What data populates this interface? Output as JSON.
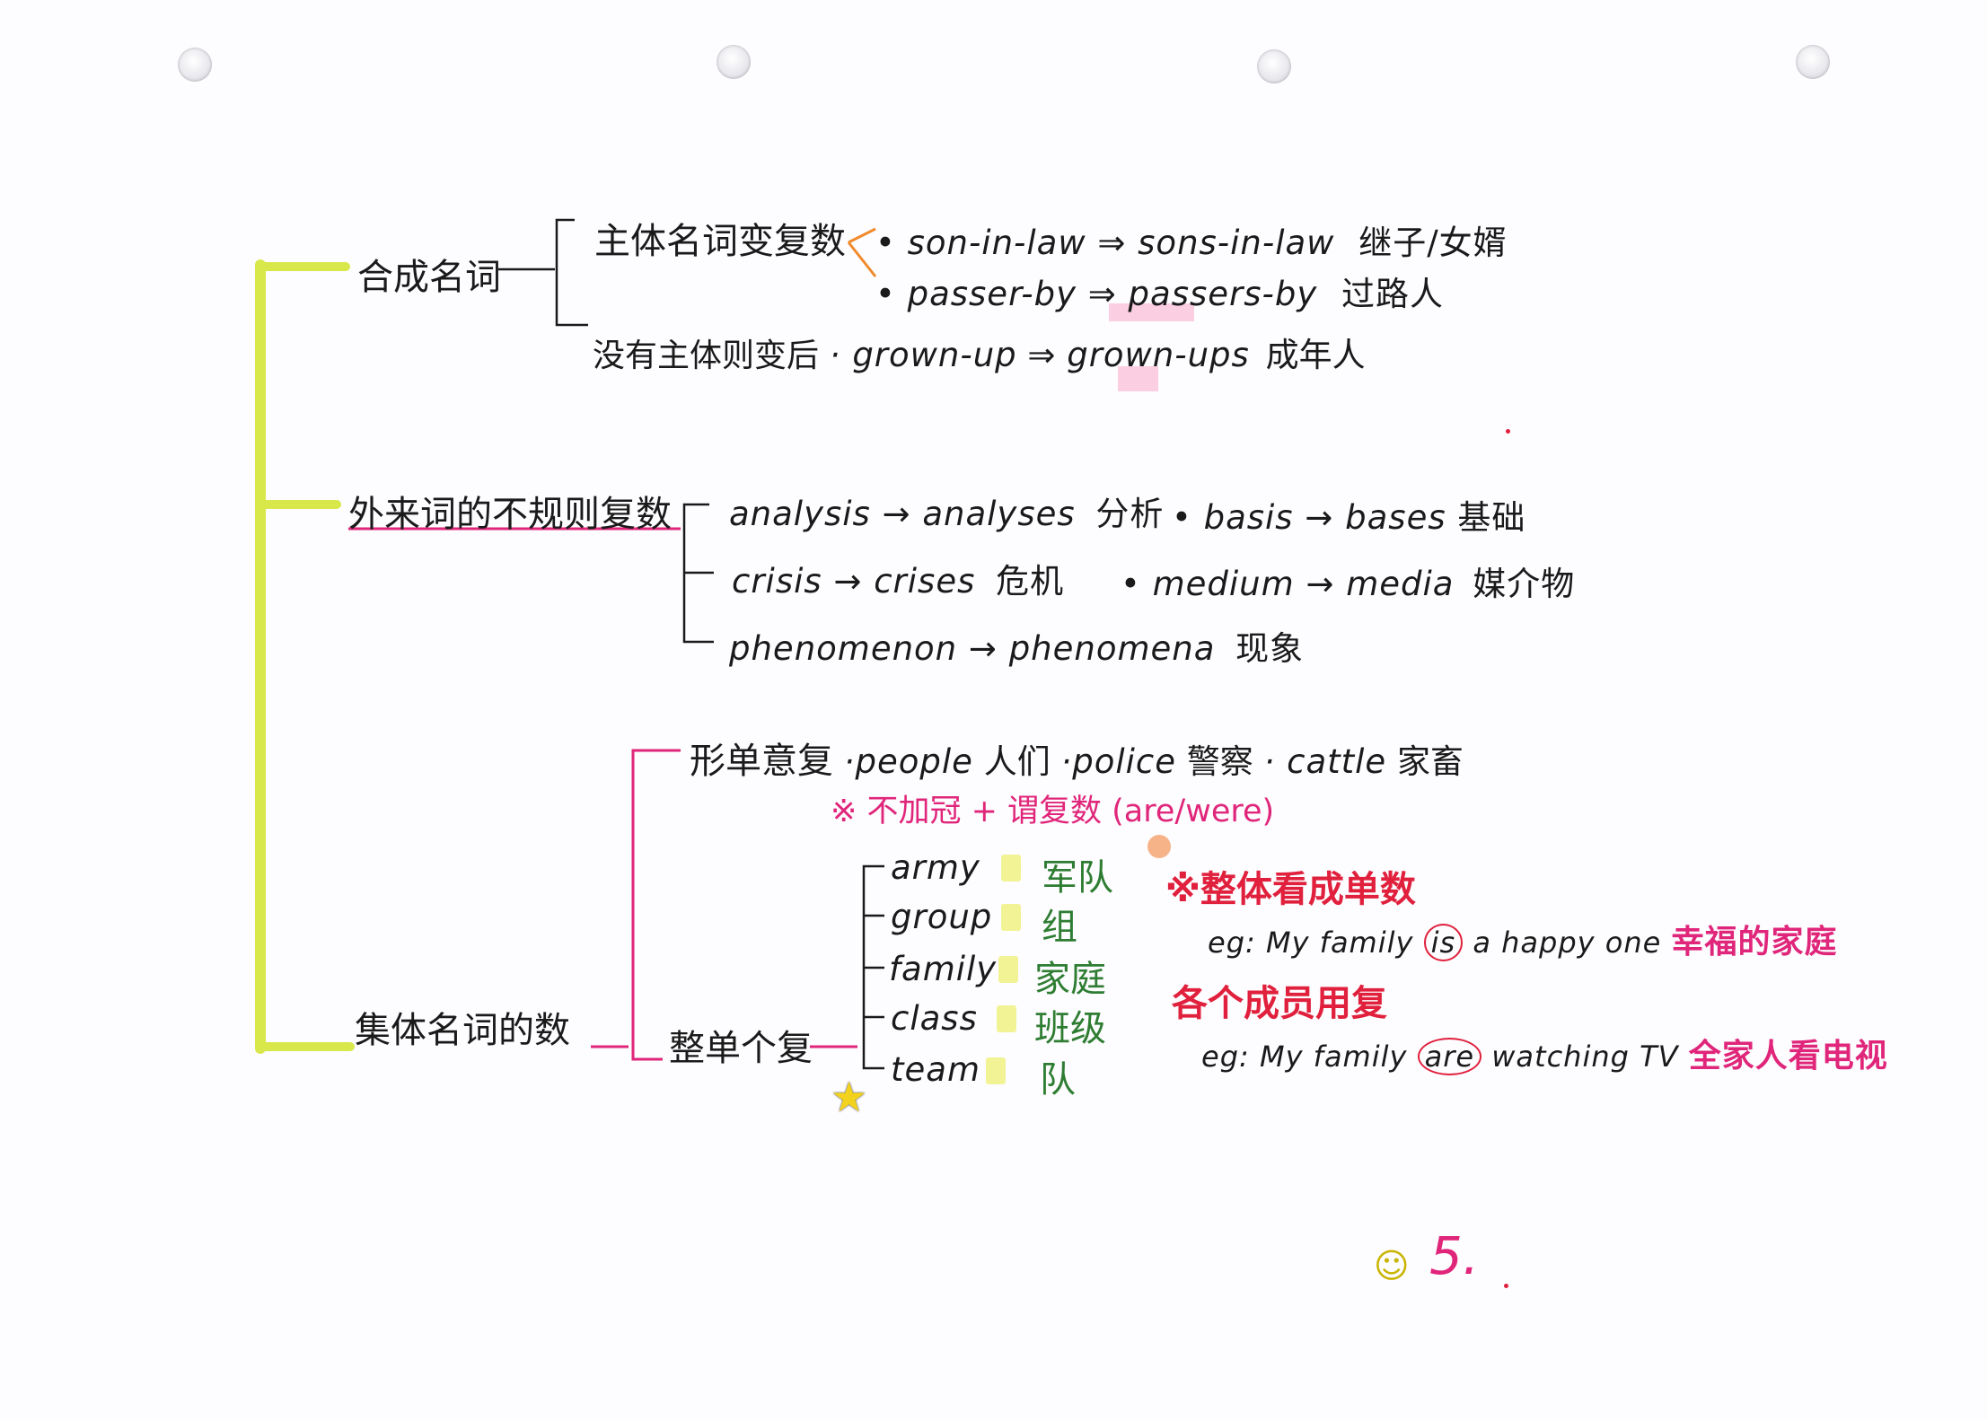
{
  "nodes": {
    "compound": {
      "label": "合成名词",
      "branch_main": {
        "label": "主体名词变复数",
        "items": [
          {
            "from": "son-in-law",
            "arrow": "⇒",
            "to": "sons-in-law",
            "meaning": "继子/女婿"
          },
          {
            "from": "passer-by",
            "arrow": "⇒",
            "to": "passers-by",
            "meaning": "过路人"
          }
        ]
      },
      "branch_none": {
        "label": "没有主体则变后",
        "from": "grown-up",
        "arrow": "⇒",
        "to": "grown-ups",
        "meaning": "成年人"
      }
    },
    "foreign": {
      "label": "外来词的不规则复数",
      "items": [
        {
          "from": "analysis",
          "arrow": "→",
          "to": "analyses",
          "meaning": "分析"
        },
        {
          "from": "basis",
          "arrow": "→",
          "to": "bases",
          "meaning": "基础"
        },
        {
          "from": "crisis",
          "arrow": "→",
          "to": "crises",
          "meaning": "危机"
        },
        {
          "from": "medium",
          "arrow": "→",
          "to": "media",
          "meaning": "媒介物"
        },
        {
          "from": "phenomenon",
          "arrow": "→",
          "to": "phenomena",
          "meaning": "现象"
        }
      ]
    },
    "collective": {
      "label": "集体名词的数",
      "singular_form": {
        "label": "形单意复",
        "items": [
          {
            "word": "people",
            "meaning": "人们"
          },
          {
            "word": "police",
            "meaning": "警察"
          },
          {
            "word": "cattle",
            "meaning": "家畜"
          }
        ],
        "note": "※ 不加冠 + 谓复数 (are/were)"
      },
      "whole_single": {
        "label": "整单个复",
        "words": [
          {
            "word": "army",
            "meaning": "军队"
          },
          {
            "word": "group",
            "meaning": "组"
          },
          {
            "word": "family",
            "meaning": "家庭"
          },
          {
            "word": "class",
            "meaning": "班级"
          },
          {
            "word": "team",
            "meaning": "队"
          }
        ],
        "rule_single": "※整体看成单数",
        "example_single": {
          "text_before": "eg: My family",
          "verb": "is",
          "text_after": "a happy one",
          "meaning": "幸福的家庭"
        },
        "rule_plural": "各个成员用复",
        "example_plural": {
          "text_before": "eg: My family",
          "verb": "are",
          "text_after": "watching TV",
          "meaning": "全家人看电视"
        }
      }
    }
  },
  "page_number": "5.",
  "colors": {
    "trunk": "#d8e84a",
    "pink_line": "#e0267a",
    "red": "#e0203c",
    "green": "#2e7d32"
  }
}
